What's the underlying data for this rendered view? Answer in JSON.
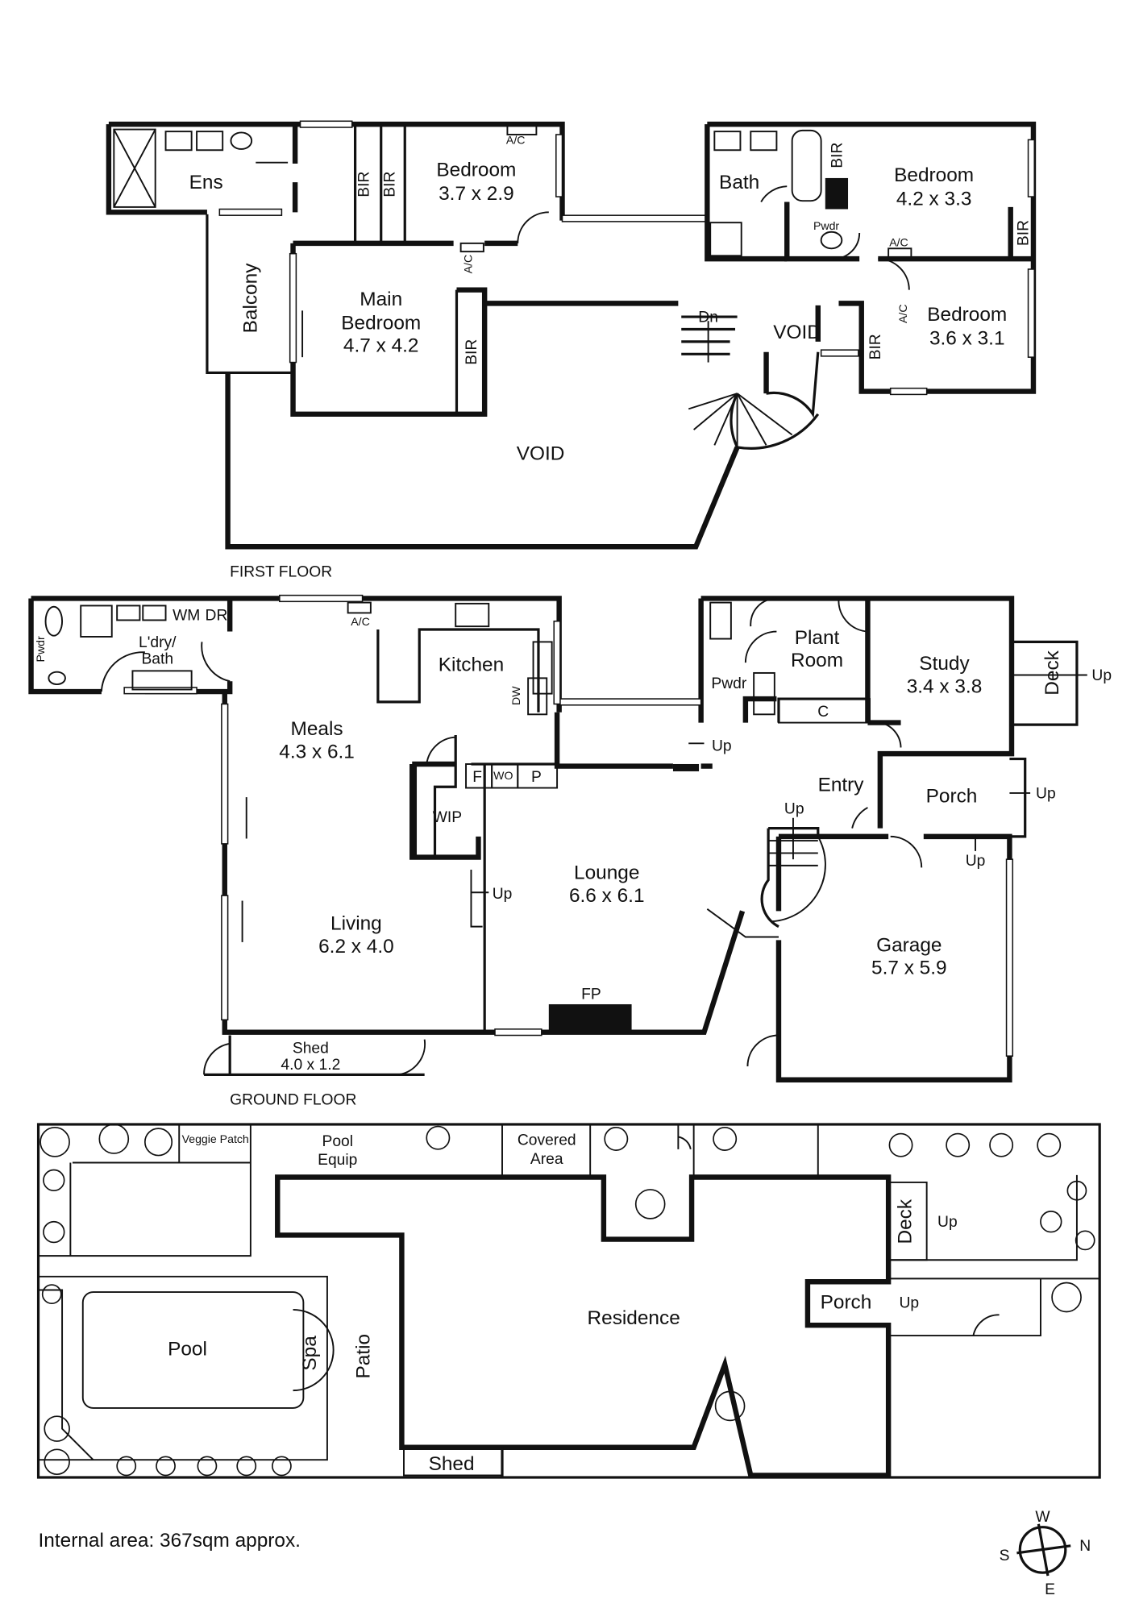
{
  "first_floor": {
    "title": "FIRST FLOOR",
    "rooms": {
      "ens": "Ens",
      "bir1": "BIR",
      "bir2": "BIR",
      "bed1_name": "Bedroom",
      "bed1_size": "3.7 x 2.9",
      "ac1": "A/C",
      "balcony": "Balcony",
      "main_name": "Main",
      "main_name2": "Bedroom",
      "main_size": "4.7 x 4.2",
      "ac2": "A/C",
      "bir3": "BIR",
      "void1": "VOID",
      "void2": "VOID",
      "dn": "Dn",
      "bath": "Bath",
      "bir4": "BIR",
      "pwdr": "Pwdr",
      "bed2_name": "Bedroom",
      "bed2_size": "4.2 x 3.3",
      "bir5": "BIR",
      "ac3": "A/C",
      "bed3_name": "Bedroom",
      "bed3_size": "3.6 x 3.1",
      "ac4": "A/C",
      "bir6": "BIR"
    }
  },
  "ground_floor": {
    "title": "GROUND FLOOR",
    "rooms": {
      "pwdr1": "Pwdr",
      "wm": "WM",
      "dr": "DR",
      "ldry": "L'dry/",
      "ldry2": "Bath",
      "ac": "A/C",
      "kitchen": "Kitchen",
      "dw": "DW",
      "meals_name": "Meals",
      "meals_size": "4.3 x 6.1",
      "f": "F",
      "wo": "WO",
      "p": "P",
      "wip": "WIP",
      "living_name": "Living",
      "living_size": "6.2 x 4.0",
      "lounge_name": "Lounge",
      "lounge_size": "6.6 x 6.1",
      "up1": "Up",
      "up2": "Up",
      "up3": "Up",
      "up4": "Up",
      "up5": "Up",
      "up6": "Up",
      "fp": "FP",
      "shed_name": "Shed",
      "shed_size": "4.0 x 1.2",
      "pwdr2": "Pwdr",
      "plant": "Plant",
      "plant2": "Room",
      "c": "C",
      "study_name": "Study",
      "study_size": "3.4 x 3.8",
      "deck": "Deck",
      "entry": "Entry",
      "porch": "Porch",
      "garage_name": "Garage",
      "garage_size": "5.7 x 5.9"
    }
  },
  "site_plan": {
    "veggie": "Veggie Patch",
    "pool_equip": "Pool",
    "pool_equip2": "Equip",
    "covered": "Covered",
    "covered2": "Area",
    "pool": "Pool",
    "spa": "Spa",
    "patio": "Patio",
    "residence": "Residence",
    "shed": "Shed",
    "deck": "Deck",
    "porch": "Porch",
    "up1": "Up",
    "up2": "Up"
  },
  "footer": {
    "area": "Internal area: 367sqm approx."
  },
  "compass": {
    "n": "N",
    "s": "S",
    "e": "E",
    "w": "W"
  }
}
